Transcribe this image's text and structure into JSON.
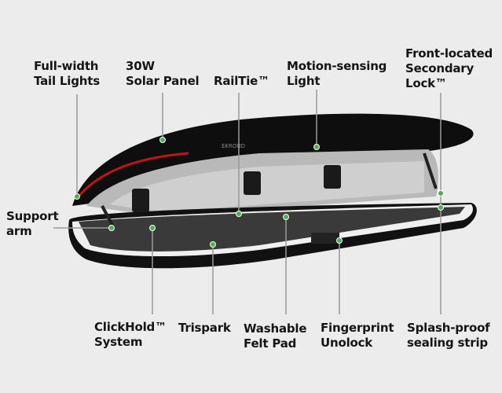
{
  "labels": {
    "tail_lights": [
      "Full-width",
      "Tail Lights"
    ],
    "solar_panel": [
      "30W",
      "Solar Panel"
    ],
    "railtie": [
      "RailTie™"
    ],
    "motion_light": [
      "Motion-sensing",
      "Light"
    ],
    "secondary_lock": [
      "Front-located",
      "Secondary",
      "Lock™"
    ],
    "support_arm": [
      "Support",
      "arm"
    ],
    "clickhold": [
      "ClickHold™",
      "System"
    ],
    "trispark": [
      "Trispark"
    ],
    "felt_pad": [
      "Washable",
      "Felt Pad"
    ],
    "fingerprint": [
      "Fingerprint",
      "Unolock"
    ],
    "sealing_strip": [
      "Splash-proof",
      "sealing strip"
    ]
  },
  "brand_mark": "EKROND",
  "colors": {
    "background": "#ececec",
    "dot": "#4caf50",
    "shell": "#0e0e0e",
    "accent_red": "#c0141c"
  }
}
